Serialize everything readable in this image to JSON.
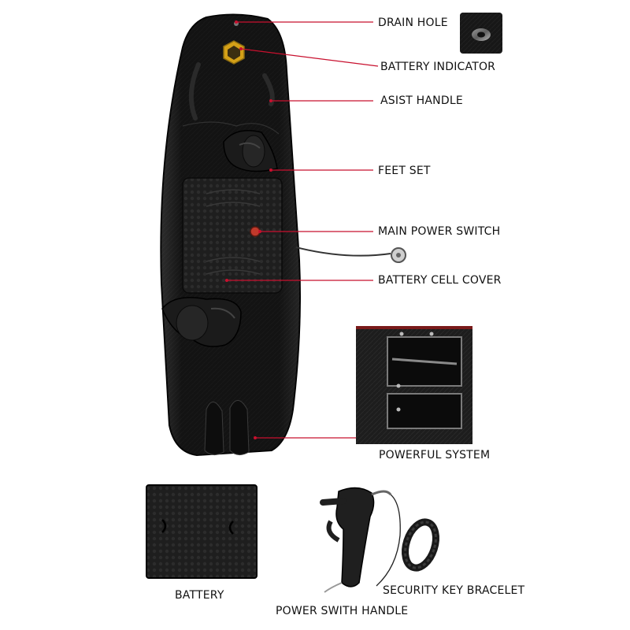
{
  "labels": {
    "drain_hole": "DRAIN HOLE",
    "battery_indicator": "BATTERY INDICATOR",
    "assist_handle": "ASIST HANDLE",
    "feet_set": "FEET SET",
    "main_power_switch": "MAIN POWER SWITCH",
    "battery_cell_cover": "BATTERY  CELL  COVER",
    "powerful_system": "POWERFUL SYSTEM",
    "battery": "BATTERY",
    "security_key_bracelet": "SECURITY KEY BRACELET",
    "power_switch_handle": "POWER SWITH HANDLE"
  },
  "colors": {
    "leader_line": "#c8102e",
    "board": "#111111",
    "background": "#ffffff",
    "indicator": "#d4a017"
  }
}
